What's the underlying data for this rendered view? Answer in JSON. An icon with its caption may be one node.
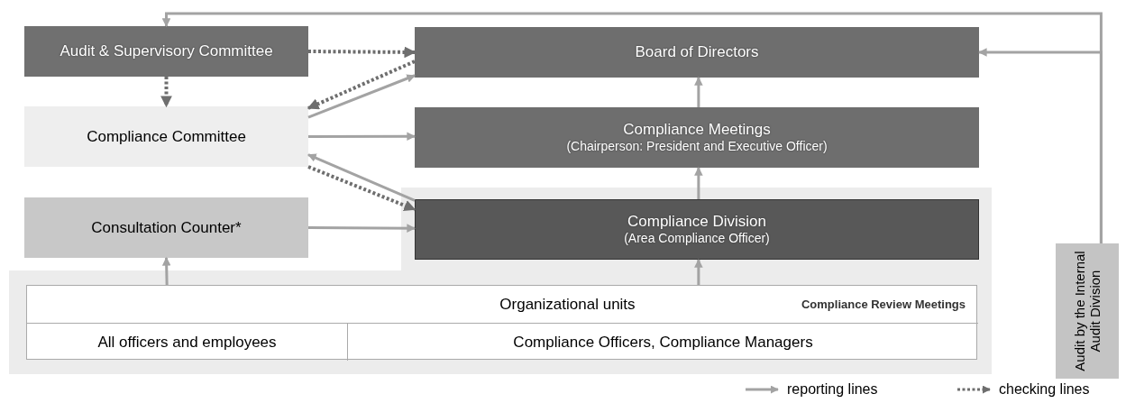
{
  "diagram": {
    "nodes": [
      {
        "text": [
          "Audit & Supervisory Committee"
        ]
      },
      {
        "text": [
          "Board of Directors"
        ]
      },
      {
        "text": [
          "Compliance Committee"
        ]
      },
      {
        "text": [
          "Compliance Meetings",
          "(Chairperson: President and Executive Officer)"
        ]
      },
      {
        "text": [
          "Consultation Counter*"
        ]
      },
      {
        "text": [
          "Compliance Division",
          "(Area Compliance Officer)"
        ]
      },
      {
        "text": [
          "Organizational units",
          "Compliance Review Meetings"
        ]
      },
      {
        "text": [
          "All officers and employees"
        ],
        "in": 6
      },
      {
        "text": [
          "Compliance Officers, Compliance Managers"
        ],
        "in": 6
      },
      {
        "text": [
          "Audit by the Internal Audit Division"
        ]
      }
    ],
    "edges": [
      {
        "from": 9,
        "to": 0,
        "arrow": "to"
      },
      {
        "from": 9,
        "to": 1,
        "arrow": "to"
      },
      {
        "from": 0,
        "to": 1,
        "arrow": "to",
        "style": "dashed",
        "color": "#6e6e6e"
      },
      {
        "from": 0,
        "to": 2,
        "arrow": "to",
        "style": "dashed",
        "color": "#6e6e6e"
      },
      {
        "from": 1,
        "to": 2,
        "arrow": "to",
        "style": "dashed",
        "color": "#6e6e6e"
      },
      {
        "from": 2,
        "to": 1,
        "arrow": "to"
      },
      {
        "from": 2,
        "to": 3,
        "arrow": "to"
      },
      {
        "from": 5,
        "to": 2,
        "arrow": "to"
      },
      {
        "from": 2,
        "to": 5,
        "arrow": "to",
        "style": "dashed",
        "color": "#6e6e6e"
      },
      {
        "from": 3,
        "to": 1,
        "arrow": "to"
      },
      {
        "from": 5,
        "to": 3,
        "arrow": "to"
      },
      {
        "from": 4,
        "to": 5,
        "arrow": "to"
      },
      {
        "from": 6,
        "to": 4,
        "arrow": "to"
      },
      {
        "from": 6,
        "to": 5,
        "arrow": "to"
      }
    ],
    "legend": [
      {
        "text": "reporting lines"
      },
      {
        "text": "checking lines"
      }
    ]
  }
}
